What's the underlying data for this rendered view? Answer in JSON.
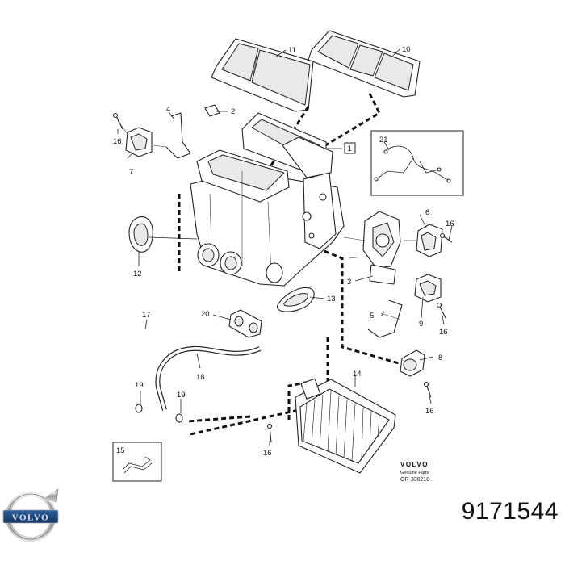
{
  "callouts": {
    "c1": "1",
    "c2": "2",
    "c3": "3",
    "c4": "4",
    "c5": "5",
    "c6": "6",
    "c7": "7",
    "c8": "8",
    "c9": "9",
    "c10": "10",
    "c11": "11",
    "c12": "12",
    "c13": "13",
    "c14": "14",
    "c15": "15",
    "c16a": "16",
    "c16b": "16",
    "c16c": "16",
    "c16d": "16",
    "c16e": "16",
    "c17": "17",
    "c18": "18",
    "c19a": "19",
    "c19b": "19",
    "c20": "20",
    "c21": "21"
  },
  "stamp": {
    "brand": "VOLVO",
    "subtitle": "Genuine Parts",
    "code": "GR-330218"
  },
  "logo": {
    "text": "VOLVO"
  },
  "part_number": "9171544"
}
